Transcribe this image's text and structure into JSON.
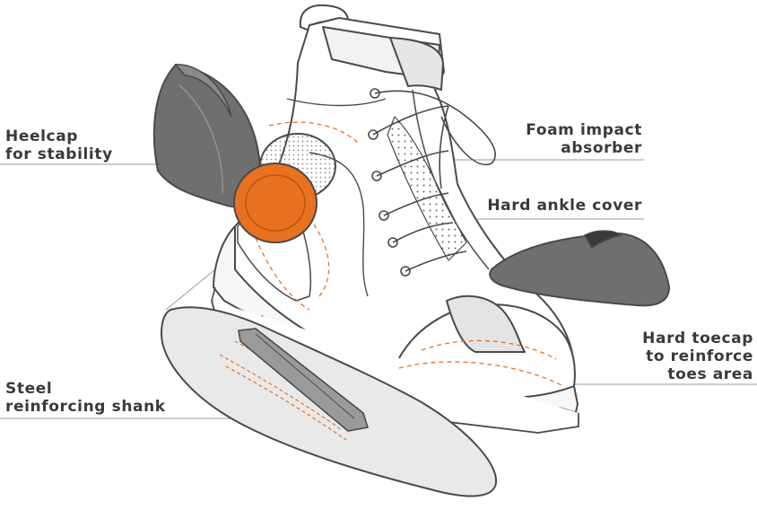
{
  "colors": {
    "outline": "#4a4a4a",
    "accent": "#e8711f",
    "part_fill": "#6f6f6f",
    "foam_fill": "#d6d6d6",
    "insole_fill": "#e9e9e9",
    "leader": "#9a9a9a",
    "label_text": "#3a3a3a"
  },
  "callouts": {
    "heelcap": [
      "Heelcap",
      "for stability"
    ],
    "foam": [
      "Foam impact",
      "absorber"
    ],
    "ankle": [
      "Hard ankle cover"
    ],
    "toecap": [
      "Hard toecap",
      "to reinforce",
      "toes area"
    ],
    "shank": [
      "Steel",
      "reinforcing shank"
    ]
  }
}
